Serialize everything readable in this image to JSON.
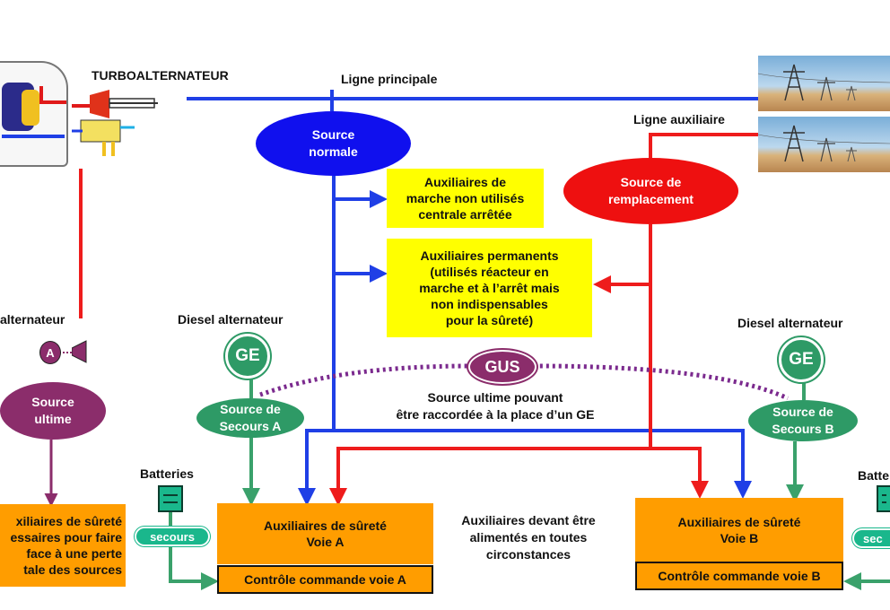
{
  "labels": {
    "turboalternateur": "TURBOALTERNATEUR",
    "ligne_principale": "Ligne principale",
    "ligne_auxiliaire": "Ligne auxiliaire",
    "diesel_left": "alternateur",
    "diesel_a": "Diesel alternateur",
    "diesel_b": "Diesel alternateur",
    "batteries_a": "Batteries",
    "batteries_b": "Batte",
    "gus_caption_1": "Source ultime pouvant",
    "gus_caption_2": "être raccordée à la place d’un GE",
    "center_note_1": "Auxiliaires devant être",
    "center_note_2": "alimentés en toutes",
    "center_note_3": "circonstances"
  },
  "sources": {
    "normale_1": "Source",
    "normale_2": "normale",
    "remplacement_1": "Source de",
    "remplacement_2": "remplacement",
    "ultime_1": "Source",
    "ultime_2": "ultime",
    "secours_a_1": "Source de",
    "secours_a_2": "Secours A",
    "secours_b_1": "Source de",
    "secours_b_2": "Secours B",
    "gus": "GUS",
    "ge_a": "GE",
    "ge_b": "GE",
    "alt_letter": "A"
  },
  "yellow_boxes": {
    "marche_1": "Auxiliaires de",
    "marche_2": "marche non utilisés",
    "marche_3": "centrale arrêtée",
    "perm_1": "Auxiliaires permanents",
    "perm_2": "(utilisés réacteur en",
    "perm_3": "marche et à l’arrêt  mais",
    "perm_4": "non indispensables",
    "perm_5": "pour la sûreté)"
  },
  "orange_boxes": {
    "left_1": "xiliaires de sûreté",
    "left_2": "essaires pour faire",
    "left_3": "face à une perte",
    "left_4": "tale des sources",
    "voie_a_1": "Auxiliaires de sûreté",
    "voie_a_2": "Voie A",
    "voie_b_1": "Auxiliaires de sûreté",
    "voie_b_2": "Voie B",
    "cc_a": "Contrôle commande voie A",
    "cc_b": "Contrôle commande voie B"
  },
  "pills": {
    "secours_a": "secours",
    "secours_b": "sec"
  },
  "icons": {
    "reactor": "reactor-schematic-icon",
    "pylon": "power-pylon-icon",
    "battery": "battery-icon"
  },
  "colors": {
    "blue": "#1f3fe6",
    "red": "#ee1c1c",
    "purple": "#8b2d6b",
    "green": "#3aa16b",
    "yellow": "#ffff00",
    "orange": "#ff9d00"
  }
}
